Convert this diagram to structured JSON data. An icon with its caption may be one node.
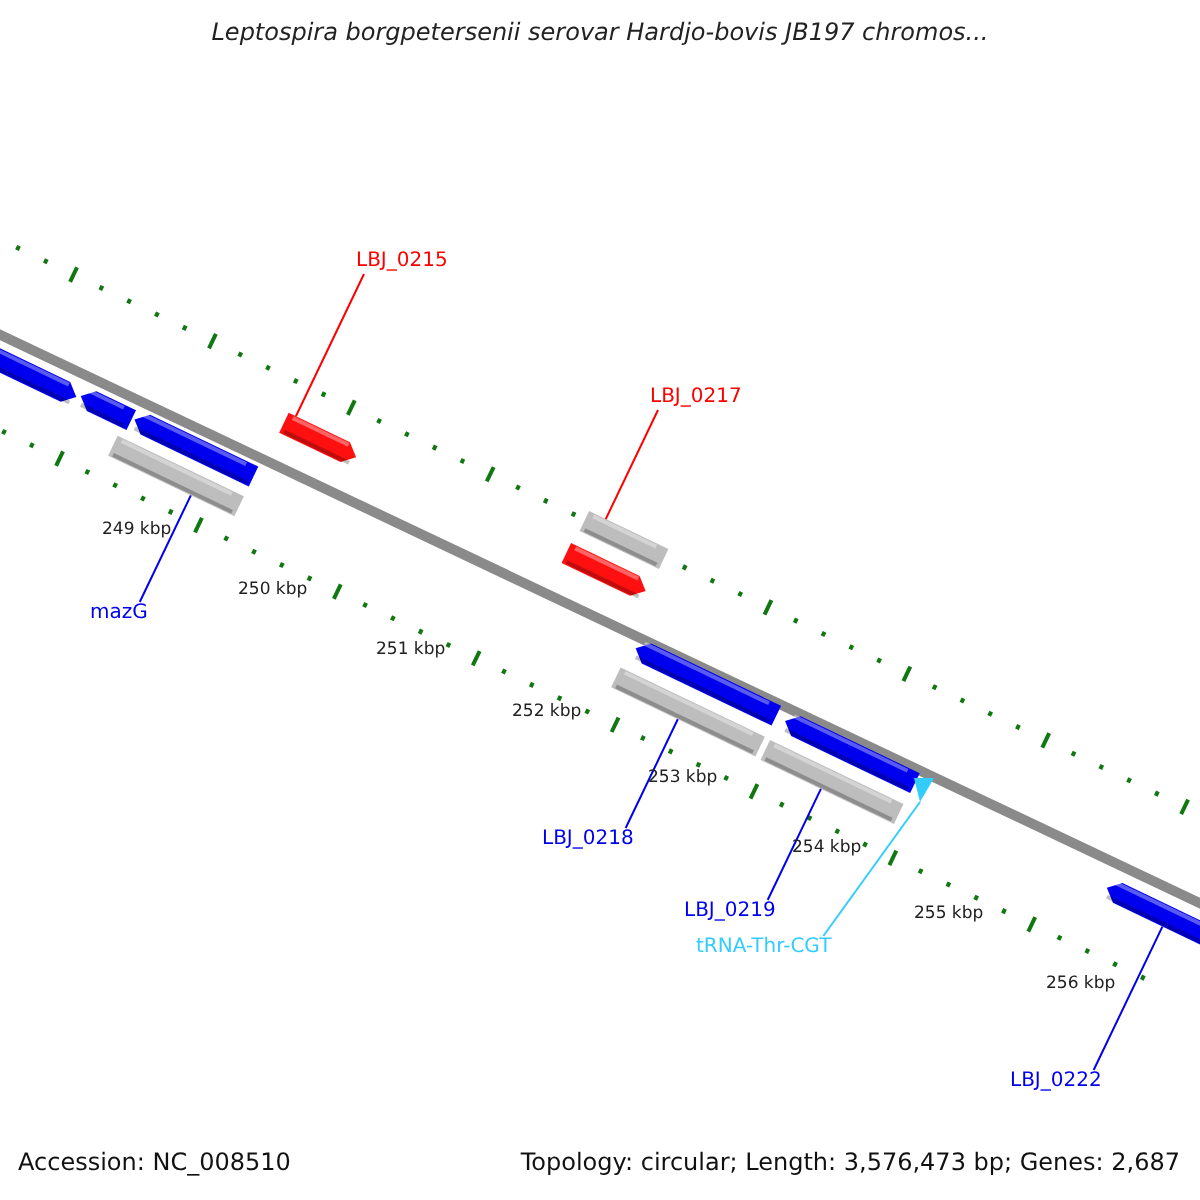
{
  "diagram": {
    "title": "Leptospira borgpetersenii serovar Hardjo-bovis JB197 chromos...",
    "nodes": [
      {
        "text": [],
        "shape": "bar"
      },
      {
        "text": [],
        "shape": "bar"
      },
      {
        "text": [],
        "shape": "bar"
      },
      {
        "text": [],
        "shape": "bar"
      },
      {
        "text": [],
        "shape": "bar"
      },
      {
        "text": [],
        "shape": "bar"
      },
      {
        "text": [],
        "shape": "bar"
      },
      {
        "text": [],
        "shape": "bar"
      },
      {
        "text": [],
        "shape": "bar"
      },
      {
        "text": [],
        "shape": "bar"
      },
      {
        "text": [],
        "shape": "bar"
      },
      {
        "text": [],
        "shape": "triangle"
      },
      {
        "text": [],
        "shape": "bar"
      },
      {
        "text": [
          "LBJ_0215"
        ]
      },
      {
        "text": [
          "LBJ_0217"
        ]
      },
      {
        "text": [
          "mazG"
        ]
      },
      {
        "text": [
          "LBJ_0218"
        ]
      },
      {
        "text": [
          "LBJ_0219"
        ]
      },
      {
        "text": [
          "tRNA-Thr-CGT"
        ]
      },
      {
        "text": [
          "LBJ_0222"
        ]
      }
    ],
    "edges": [
      {
        "from": 13,
        "to": 4,
        "arrow": "none",
        "color": "#ff0000"
      },
      {
        "from": 14,
        "to": 5,
        "arrow": "none",
        "color": "#ff0000"
      },
      {
        "from": 15,
        "to": 3,
        "arrow": "none"
      },
      {
        "from": 16,
        "to": 8,
        "arrow": "none"
      },
      {
        "from": 17,
        "to": 10,
        "arrow": "none"
      },
      {
        "from": 18,
        "to": 11,
        "arrow": "none",
        "color": "#33ccff"
      },
      {
        "from": 19,
        "to": 12,
        "arrow": "none"
      }
    ],
    "labels": [
      "249 kbp",
      "250 kbp",
      "251 kbp",
      "252 kbp",
      "253 kbp",
      "254 kbp",
      "255 kbp",
      "256 kbp",
      "Accession: NC_008510",
      "Topology: circular; Length: 3,576,473 bp; Genes: 2,687"
    ]
  }
}
